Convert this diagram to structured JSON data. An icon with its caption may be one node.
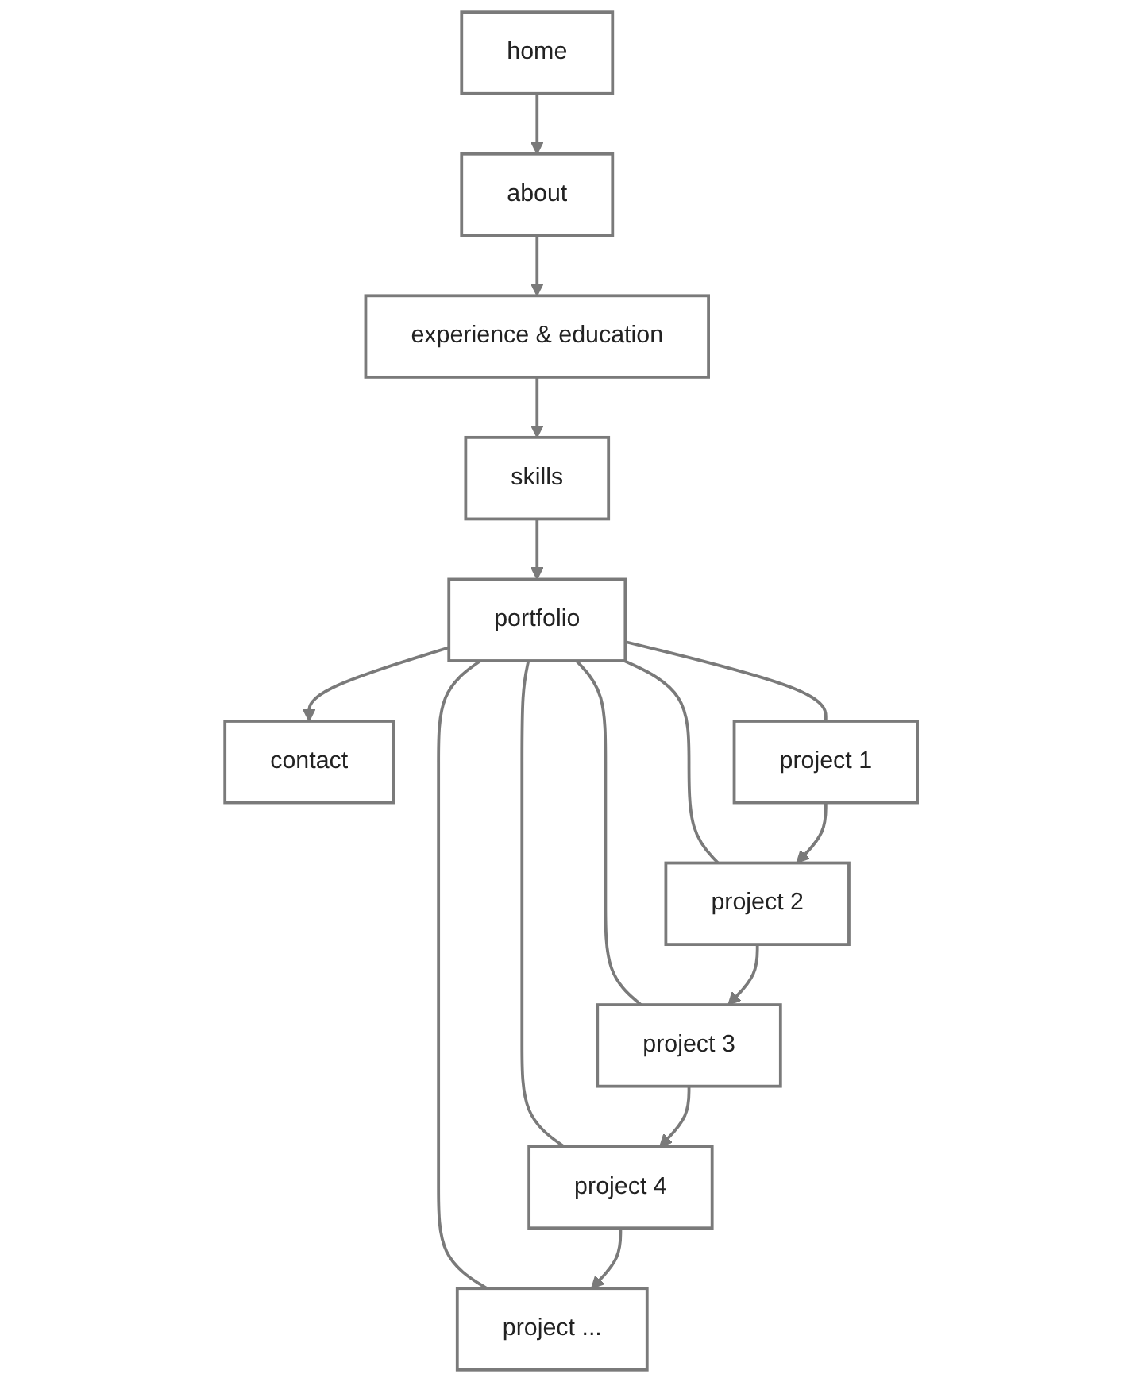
{
  "diagram": {
    "nodes": [
      {
        "text": [
          "home"
        ]
      },
      {
        "text": [
          "about"
        ]
      },
      {
        "text": [
          "experience & education"
        ]
      },
      {
        "text": [
          "skills"
        ]
      },
      {
        "text": [
          "portfolio"
        ]
      },
      {
        "text": [
          "contact"
        ]
      },
      {
        "text": [
          "project 1"
        ]
      },
      {
        "text": [
          "project 2"
        ]
      },
      {
        "text": [
          "project 3"
        ]
      },
      {
        "text": [
          "project 4"
        ]
      },
      {
        "text": [
          "project ..."
        ]
      }
    ],
    "edges": [
      {
        "from": 0,
        "to": 1,
        "arrow": "to"
      },
      {
        "from": 1,
        "to": 2,
        "arrow": "to"
      },
      {
        "from": 2,
        "to": 3,
        "arrow": "to"
      },
      {
        "from": 3,
        "to": 4,
        "arrow": "to"
      },
      {
        "from": 4,
        "to": 5,
        "arrow": "to"
      },
      {
        "from": 4,
        "to": 6,
        "arrow": "none"
      },
      {
        "from": 4,
        "to": 7,
        "arrow": "none"
      },
      {
        "from": 4,
        "to": 8,
        "arrow": "none"
      },
      {
        "from": 4,
        "to": 9,
        "arrow": "none"
      },
      {
        "from": 4,
        "to": 10,
        "arrow": "none"
      },
      {
        "from": 6,
        "to": 7,
        "arrow": "to"
      },
      {
        "from": 7,
        "to": 8,
        "arrow": "to"
      },
      {
        "from": 8,
        "to": 9,
        "arrow": "to"
      },
      {
        "from": 9,
        "to": 10,
        "arrow": "to"
      }
    ]
  }
}
